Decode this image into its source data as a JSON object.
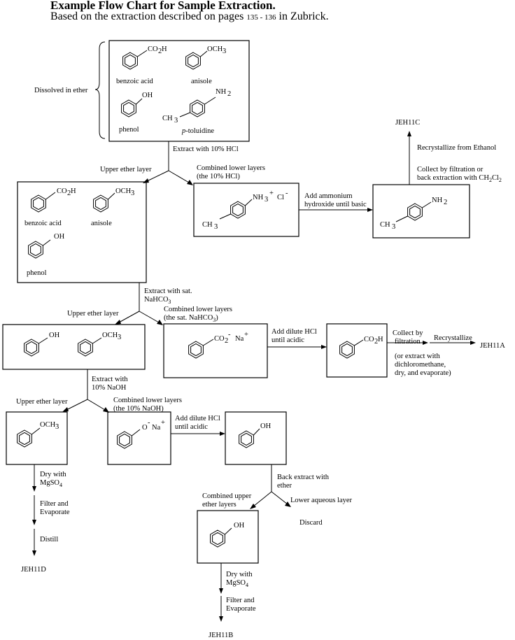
{
  "header": {
    "title": "Example Flow Chart for Sample Extraction.",
    "subtitle_prefix": "Based on the extraction described on pages",
    "pages": "135 - 136",
    "subtitle_suffix": "in Zubrick."
  },
  "labels": {
    "dissolved": "Dissolved in ether",
    "benzoic_acid": "benzoic acid",
    "anisole": "anisole",
    "phenol": "phenol",
    "toluidine_p": "p",
    "toluidine_rest": "-toluidine",
    "co2h": "CO",
    "och3": "OCH",
    "nh2": "NH",
    "oh": "OH",
    "ch3": "CH",
    "nh3": "NH",
    "cl": "Cl",
    "co2": "CO",
    "o": "O",
    "na": "Na",
    "sub2": "2",
    "sub3": "3",
    "sub4": "4",
    "plus": "+",
    "minus": "-"
  },
  "steps": {
    "extract_hcl": "Extract with 10% HCl",
    "upper_ether": "Upper ether layer",
    "combined_lower_1": "Combined lower layers",
    "combined_lower_1b": "(the 10% HCl)",
    "add_ammonium_1": "Add ammonium",
    "add_ammonium_2": "hydroxide until basic",
    "collect_1": "Collect by filtration or",
    "collect_2": "back extraction with CH",
    "recryst_ethanol": "Recrystallize from Ethanol",
    "extract_sat_1": "Extract with sat.",
    "extract_sat_2": "NaHCO",
    "combined_lower_2": "Combined lower layers",
    "combined_lower_2b": "(the sat. NaHCO",
    "combined_lower_2c": ")",
    "add_hcl_1": "Add dilute HCl",
    "add_hcl_2": "until acidic",
    "collect_by": "Collect by",
    "filtration": "filtration",
    "recrystallize": "Recrystallize",
    "or_extract_1": "(or extract with",
    "or_extract_2": "dichloromethane,",
    "or_extract_3": "dry, and evaporate)",
    "extract_naoh_1": "Extract with",
    "extract_naoh_2": "10% NaOH",
    "combined_lower_3": "Combined lower layers",
    "combined_lower_3b": "(the 10% NaOH)",
    "dry_with": "Dry with",
    "mgso": "MgSO",
    "filter_and": "Filter and",
    "evaporate": "Evaporate",
    "distill": "Distill",
    "back_extract_1": "Back extract with",
    "back_extract_2": "ether",
    "combined_upper_1": "Combined upper",
    "combined_upper_2": "ether layers",
    "lower_aqueous": "Lower aqueous layer",
    "discard": "Discard"
  },
  "products": {
    "c": "JEH11C",
    "a": "JEH11A",
    "d": "JEH11D",
    "b": "JEH11B"
  }
}
